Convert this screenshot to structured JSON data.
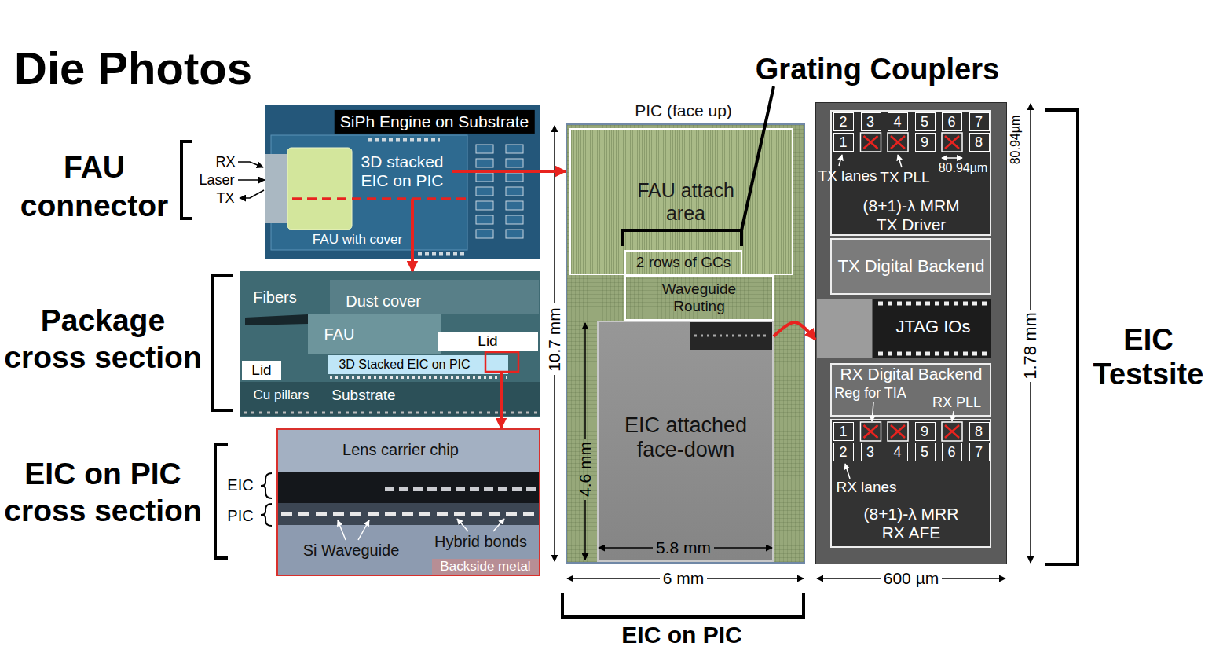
{
  "diagram": {
    "title": "Die Photos",
    "nodes": [
      {
        "text": [
          "SiPh Engine on Substrate"
        ]
      },
      {
        "text": [
          "3D stacked EIC on PIC"
        ],
        "in": 0
      },
      {
        "text": [
          "FAU with cover"
        ],
        "in": 0
      },
      {
        "text": [
          "Fibers",
          "Dust cover",
          "FAU",
          "Lid",
          "Lid",
          "3D Stacked EIC on PIC",
          "Cu pillars",
          "Substrate"
        ]
      },
      {
        "text": [
          "Lens carrier chip",
          "Si Waveguide",
          "Hybrid bonds",
          "Backside metal"
        ]
      },
      {
        "text": [
          "PIC (face up)"
        ]
      },
      {
        "text": [
          "FAU attach area"
        ],
        "in": 5
      },
      {
        "text": [
          "2 rows of GCs"
        ],
        "in": 6
      },
      {
        "text": [
          "Waveguide Routing"
        ],
        "in": 5
      },
      {
        "text": [
          "EIC attached face-down"
        ],
        "in": 5
      },
      {
        "text": [
          "EIC Testsite"
        ]
      },
      {
        "text": [
          "(8+1)-λ MRM TX Driver"
        ],
        "in": 10
      },
      {
        "text": [
          "2"
        ],
        "in": 11
      },
      {
        "text": [
          "3"
        ],
        "in": 11
      },
      {
        "text": [
          "4"
        ],
        "in": 11
      },
      {
        "text": [
          "5"
        ],
        "in": 11
      },
      {
        "text": [
          "6"
        ],
        "in": 11
      },
      {
        "text": [
          "7"
        ],
        "in": 11
      },
      {
        "text": [
          "1"
        ],
        "in": 11
      },
      {
        "text": [
          "9"
        ],
        "in": 11
      },
      {
        "text": [
          "8"
        ],
        "in": 11
      },
      {
        "text": [
          "TX Digital Backend"
        ],
        "in": 10
      },
      {
        "text": [
          "JTAG IOs"
        ],
        "in": 10
      },
      {
        "text": [
          "RX Digital Backend"
        ],
        "in": 10
      },
      {
        "text": [
          "(8+1)-λ MRR RX AFE"
        ],
        "in": 10
      },
      {
        "text": [
          "1"
        ],
        "in": 24
      },
      {
        "text": [
          "9"
        ],
        "in": 24
      },
      {
        "text": [
          "8"
        ],
        "in": 24
      },
      {
        "text": [
          "2"
        ],
        "in": 24
      },
      {
        "text": [
          "3"
        ],
        "in": 24
      },
      {
        "text": [
          "4"
        ],
        "in": 24
      },
      {
        "text": [
          "5"
        ],
        "in": 24
      },
      {
        "text": [
          "6"
        ],
        "in": 24
      },
      {
        "text": [
          "7"
        ],
        "in": 24
      }
    ],
    "edges": [
      {
        "from": 1,
        "to": 5,
        "arrow": "to"
      },
      {
        "from": 0,
        "to": 3,
        "arrow": "to"
      },
      {
        "from": 3,
        "to": 4,
        "arrow": "to"
      },
      {
        "from": 9,
        "to": 10,
        "arrow": "to"
      }
    ],
    "labels": [
      "RX",
      "Laser",
      "TX",
      "FAU connector",
      "Package cross section",
      "EIC on PIC cross section",
      "EIC",
      "PIC",
      "Grating Couplers",
      "10.7 mm",
      "4.6 mm",
      "5.8 mm",
      "6 mm",
      "EIC on PIC",
      "80.94µm",
      "TX lanes",
      "TX PLL",
      "80.94µm",
      "Reg for TIA",
      "RX PLL",
      "RX lanes",
      "1.78 mm",
      "600 µm"
    ]
  }
}
